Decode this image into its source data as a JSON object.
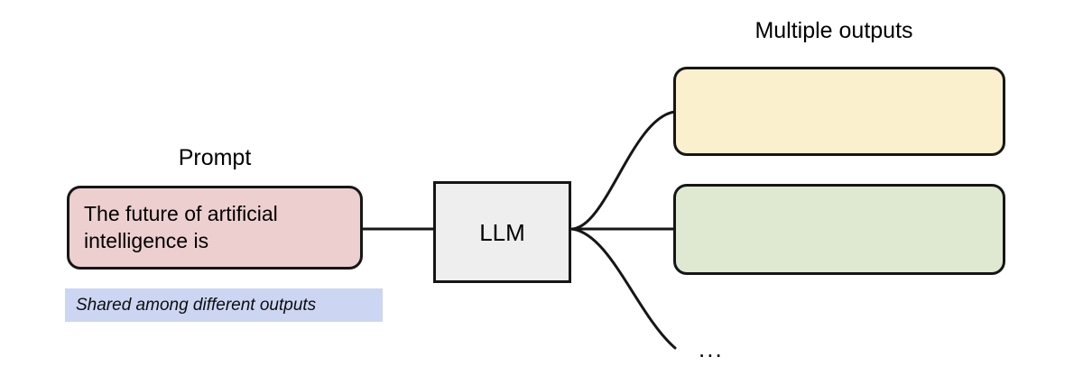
{
  "diagram": {
    "title_prompt_side": "Prompt",
    "title_outputs_side": "Multiple outputs",
    "prompt": {
      "label": "Prompt",
      "text": "The future of artificial\nintelligence is",
      "fill": "#edcfcf",
      "stroke": "#161616"
    },
    "model": {
      "label": "LLM",
      "fill": "#eeeeee",
      "stroke": "#161616"
    },
    "outputs": {
      "label": "Multiple outputs",
      "items": [
        {
          "name": "output-1",
          "text": "",
          "fill": "#faf0cd",
          "stroke": "#161616"
        },
        {
          "name": "output-2",
          "text": "",
          "fill": "#dfe9d2",
          "stroke": "#161616"
        }
      ],
      "more_indicator": "..."
    },
    "annotation": {
      "text": "Shared among different outputs",
      "fill": "#ccd6f2",
      "text_color": "#0d0d0d"
    },
    "edges": {
      "stroke": "#161616",
      "width": 3,
      "count": 4,
      "description": "prompt-to-llm straight link; llm fans out to output-1, output-2 and an ellipsis"
    },
    "background": "#ffffff"
  }
}
